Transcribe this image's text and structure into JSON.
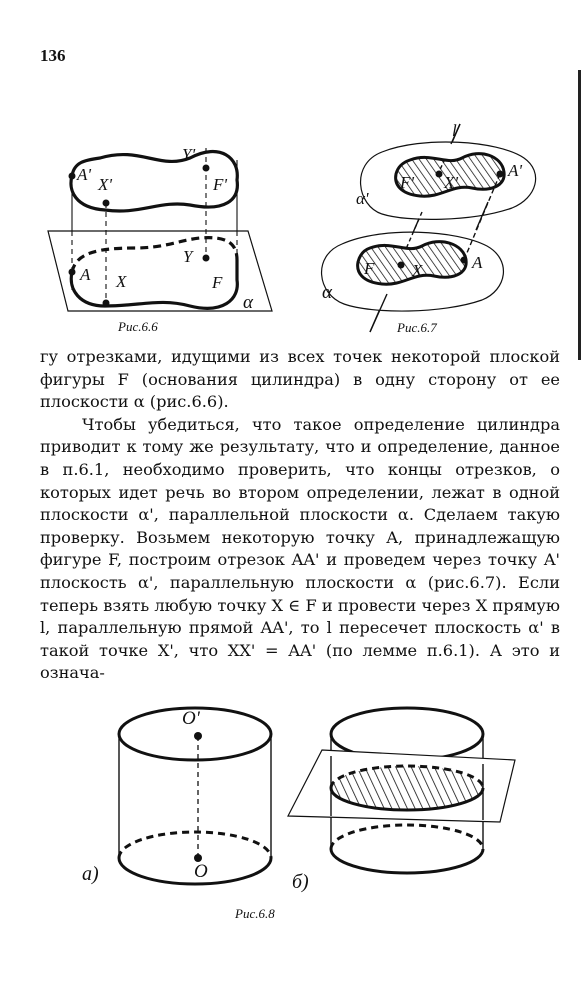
{
  "page_number": "136",
  "fig66": {
    "caption": "Рис.6.6",
    "labels": {
      "A1": "A'",
      "X1": "X'",
      "Y1": "Y'",
      "F1": "F'",
      "A": "A",
      "X": "X",
      "Y": "Y",
      "F": "F",
      "alpha": "α"
    }
  },
  "fig67": {
    "caption": "Рис.6.7",
    "labels": {
      "l": "l",
      "alpha1": "α'",
      "F1": "F'",
      "X1": "X'",
      "A1": "A'",
      "alpha": "α",
      "F": "F",
      "X": "X",
      "A": "A"
    }
  },
  "text": {
    "p1": "гу отрезками, идущими из всех точек некоторой плоской фигуры F (основания цилиндра) в одну сторону от ее плоскости α (рис.6.6).",
    "p2": "Чтобы убедиться, что такое определение цилиндра приводит к тому же результату, что и определение, данное в п.6.1, необходимо проверить, что концы отрезков, о которых идет речь во втором определении, лежат в одной плоскости α', параллельной плоскости α. Сделаем такую проверку. Возьмем некоторую точку A, принадлежащую фигуре F, построим отрезок AA' и проведем через точку A' плоскость α', параллельную плоскости α (рис.6.7). Если теперь взять любую точку X ∈ F и провести через X прямую l, параллельную прямой AA', то l пересечет плоскость α' в такой точке X', что XX' = AA' (по лемме п.6.1). А это и означа-"
  },
  "fig68": {
    "caption": "Рис.6.8",
    "labels": {
      "O1": "O'",
      "O": "O",
      "a": "а)",
      "b": "б)"
    }
  }
}
